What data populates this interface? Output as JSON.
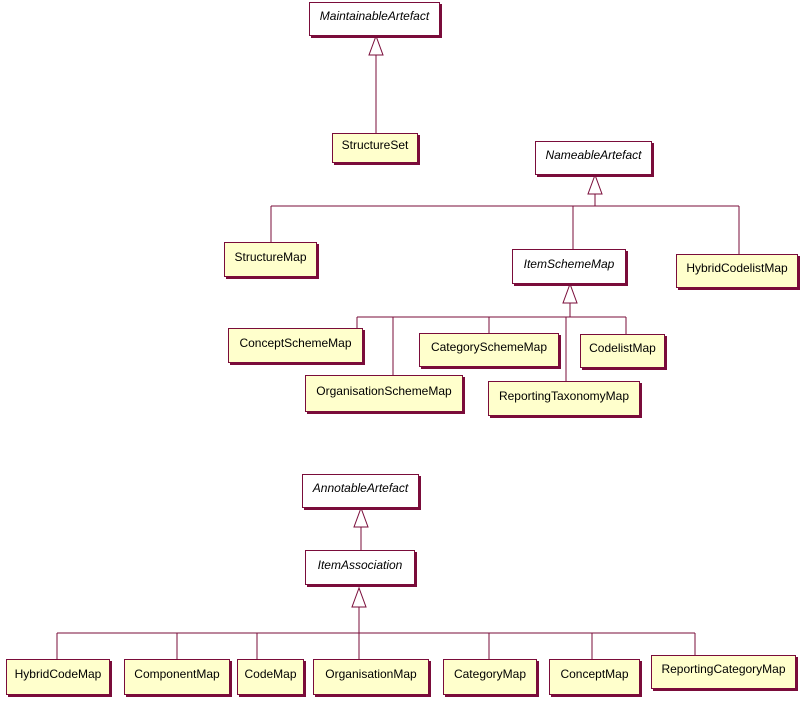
{
  "diagram": {
    "classes": {
      "maintainable_artefact": "MaintainableArtefact",
      "structure_set": "StructureSet",
      "nameable_artefact": "NameableArtefact",
      "structure_map": "StructureMap",
      "item_scheme_map": "ItemSchemeMap",
      "hybrid_codelist_map": "HybridCodelistMap",
      "concept_scheme_map": "ConceptSchemeMap",
      "organisation_scheme_map": "OrganisationSchemeMap",
      "category_scheme_map": "CategorySchemeMap",
      "reporting_taxonomy_map": "ReportingTaxonomyMap",
      "codelist_map": "CodelistMap",
      "annotable_artefact": "AnnotableArtefact",
      "item_association": "ItemAssociation",
      "hybrid_code_map": "HybridCodeMap",
      "component_map": "ComponentMap",
      "code_map": "CodeMap",
      "organisation_map": "OrganisationMap",
      "category_map": "CategoryMap",
      "concept_map": "ConceptMap",
      "reporting_category_map": "ReportingCategoryMap"
    },
    "colors": {
      "line": "#7a0c3a",
      "concrete_fill": "#ffffcc",
      "abstract_fill": "#ffffff"
    }
  }
}
